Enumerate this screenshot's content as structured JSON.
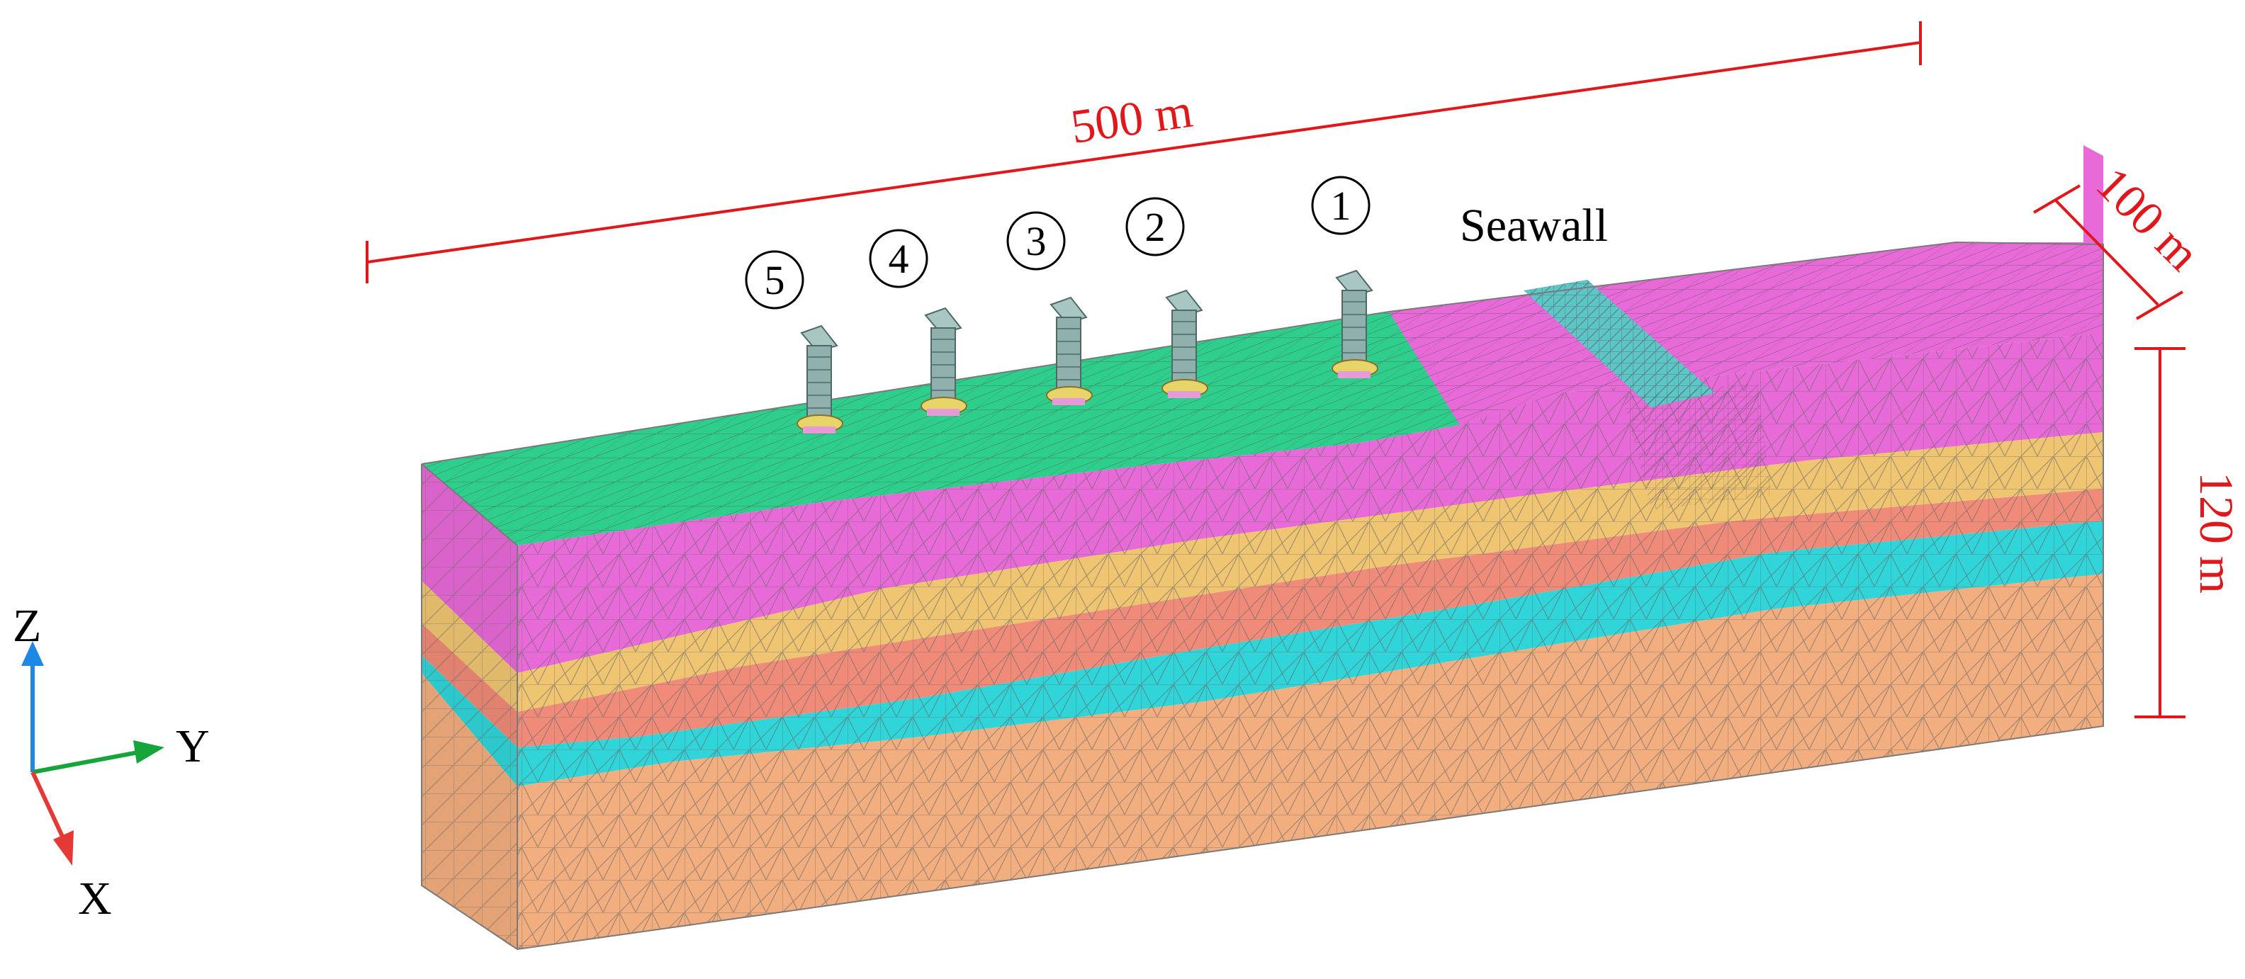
{
  "figure": {
    "dimensions": {
      "length_label": "500 m",
      "width_label": "100 m",
      "height_label": "120 m",
      "line_color": "#e0181b"
    },
    "structure_label": "Seawall",
    "piers": [
      "5",
      "4",
      "3",
      "2",
      "1"
    ],
    "axes": {
      "z": "Z",
      "y": "Y",
      "x": "X"
    },
    "colors": {
      "green_surface": "#2ecf8d",
      "magenta_layer": "#e86ad8",
      "yellow_layer": "#f0c572",
      "salmon_layer": "#f08b79",
      "cyan_layer": "#2fd5d8",
      "orange_layer": "#f2ae7e",
      "mesh_line": "#6a6a6a",
      "seawall": "#5fc6c8",
      "axis_z": "#1e88e5",
      "axis_y": "#16a53a",
      "axis_x": "#e53935"
    }
  }
}
